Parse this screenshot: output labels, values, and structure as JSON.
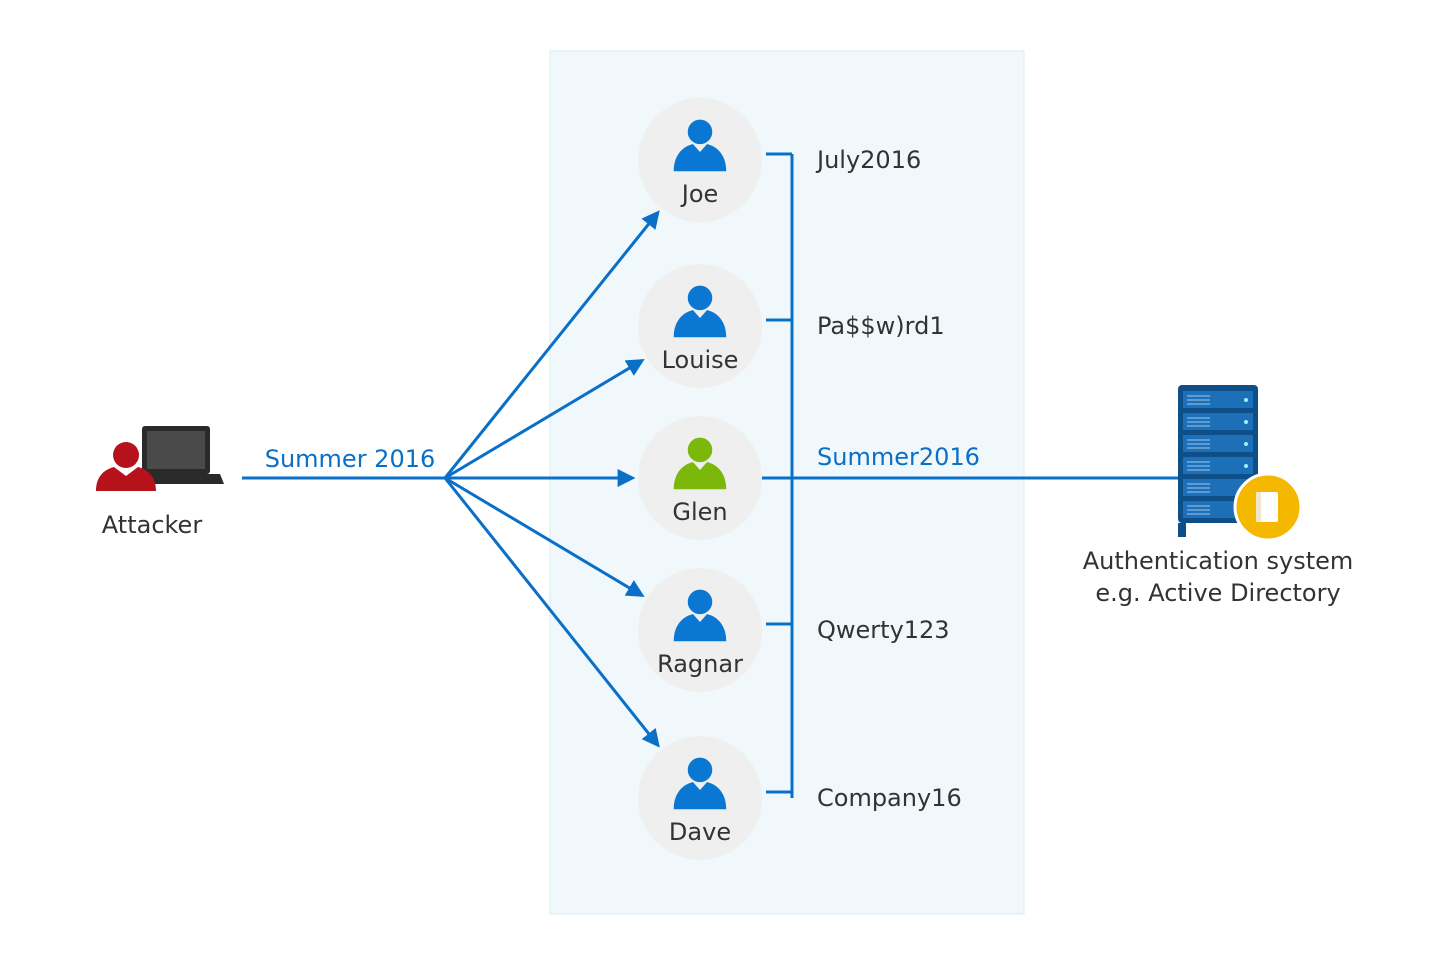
{
  "colors": {
    "line": "#0a6fc7",
    "panel": "#f1f8fb",
    "panel_border": "#d9ebf3",
    "user_circle": "#efefef",
    "user_icon": "#0a78d2",
    "target_icon": "#7cb70c",
    "attacker": "#b5121b",
    "laptop": "#2a2a2a",
    "server": "#1d6fb8",
    "badge": "#f5b800",
    "text_dark": "#333333",
    "text_blue": "#0a6fc7"
  },
  "attacker": {
    "label": "Attacker",
    "icon": "attacker-person-icon",
    "laptop_icon": "laptop-icon"
  },
  "spray_password": "Summer 2016",
  "users": [
    {
      "name": "Joe",
      "password": "July2016",
      "compromised": false
    },
    {
      "name": "Louise",
      "password": "Pa$$w)rd1",
      "compromised": false
    },
    {
      "name": "Glen",
      "password": "Summer2016",
      "compromised": true
    },
    {
      "name": "Ragnar",
      "password": "Qwerty123",
      "compromised": false
    },
    {
      "name": "Dave",
      "password": "Company16",
      "compromised": false
    }
  ],
  "auth_system": {
    "line1": "Authentication system",
    "line2": "e.g. Active Directory",
    "icon": "server-rack-icon",
    "badge_icon": "directory-book-icon"
  }
}
